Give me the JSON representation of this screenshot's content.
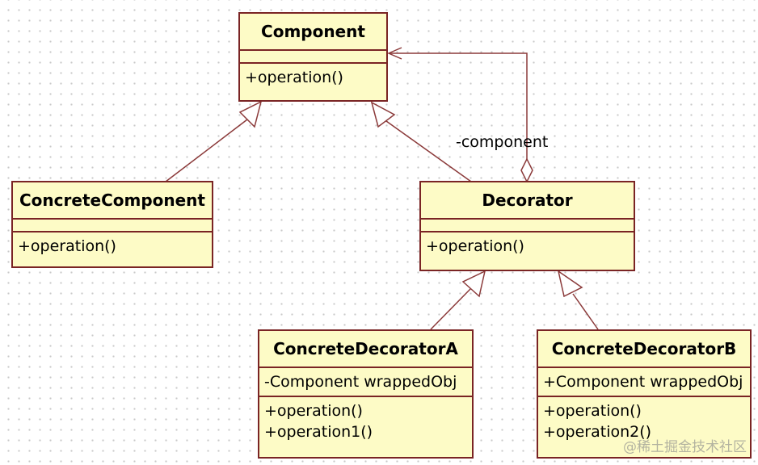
{
  "diagram": {
    "classes": {
      "component": {
        "name": "Component",
        "operations": [
          "+operation()"
        ]
      },
      "concrete_component": {
        "name": "ConcreteComponent",
        "operations": [
          "+operation()"
        ]
      },
      "decorator": {
        "name": "Decorator",
        "operations": [
          "+operation()"
        ]
      },
      "concrete_decorator_a": {
        "name": "ConcreteDecoratorA",
        "attributes": [
          "-Component wrappedObj"
        ],
        "operations": [
          "+operation()",
          "+operation1()"
        ]
      },
      "concrete_decorator_b": {
        "name": "ConcreteDecoratorB",
        "attributes": [
          "+Component wrappedObj"
        ],
        "operations": [
          "+operation()",
          "+operation2()"
        ]
      }
    },
    "association_label": "-component",
    "watermark": "@稀土掘金技术社区",
    "colors": {
      "border": "#7a2424",
      "fill": "#fdfbc6",
      "line": "#8b3a3a"
    }
  }
}
